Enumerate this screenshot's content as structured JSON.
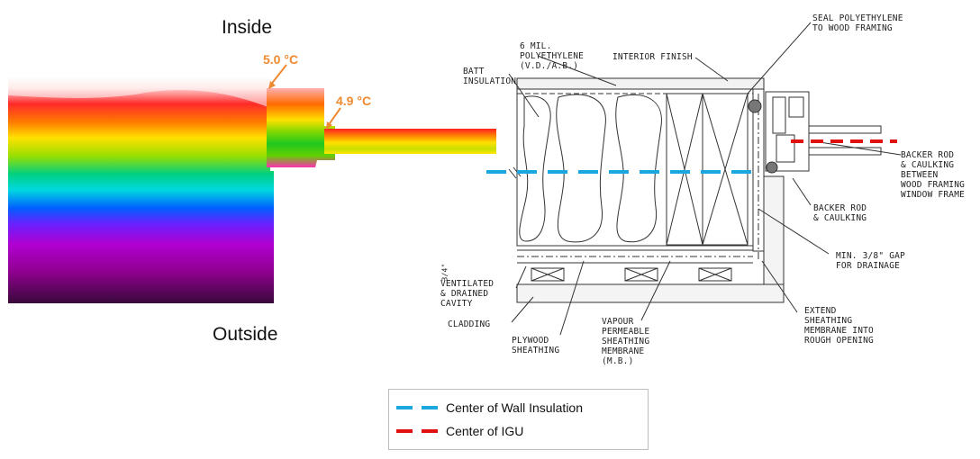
{
  "thermal": {
    "inside_label": "Inside",
    "outside_label": "Outside",
    "temp_1": "5.0 °C",
    "temp_2": "4.9 °C"
  },
  "detail": {
    "annotations": {
      "mil": "6 MIL.\nPOLYETHYLENE\n(V.D./A.B.)",
      "interior_finish": "INTERIOR FINISH",
      "seal": "SEAL POLYETHYLENE\nTO WOOD FRAMING",
      "batt": "BATT\nINSULATION",
      "backer_rod_between": "BACKER ROD\n& CAULKING\nBETWEEN\nWOOD FRAMING\nWINDOW FRAME",
      "backer_rod": "BACKER ROD\n& CAULKING",
      "gap": "MIN. 3/8\" GAP\nFOR DRAINAGE",
      "ventilated": "VENTILATED\n& DRAINED\nCAVITY",
      "dim_mark": "3/4\"",
      "extend": "EXTEND\nSHEATHING\nMEMBRANE INTO\nROUGH OPENING",
      "cladding": "CLADDING",
      "plywood": "PLYWOOD\nSHEATHING",
      "vapour": "VAPOUR\nPERMEABLE\nSHEATHING\nMEMBRANE\n(M.B.)"
    }
  },
  "legend": {
    "items": [
      {
        "label": "Center of Wall Insulation",
        "color": "#1aa7e0"
      },
      {
        "label": "Center of IGU",
        "color": "#e01010"
      }
    ]
  },
  "colors": {
    "warm": "#ffffff",
    "cold": "#3a0a3a",
    "accent_temp": "#f08a30"
  }
}
